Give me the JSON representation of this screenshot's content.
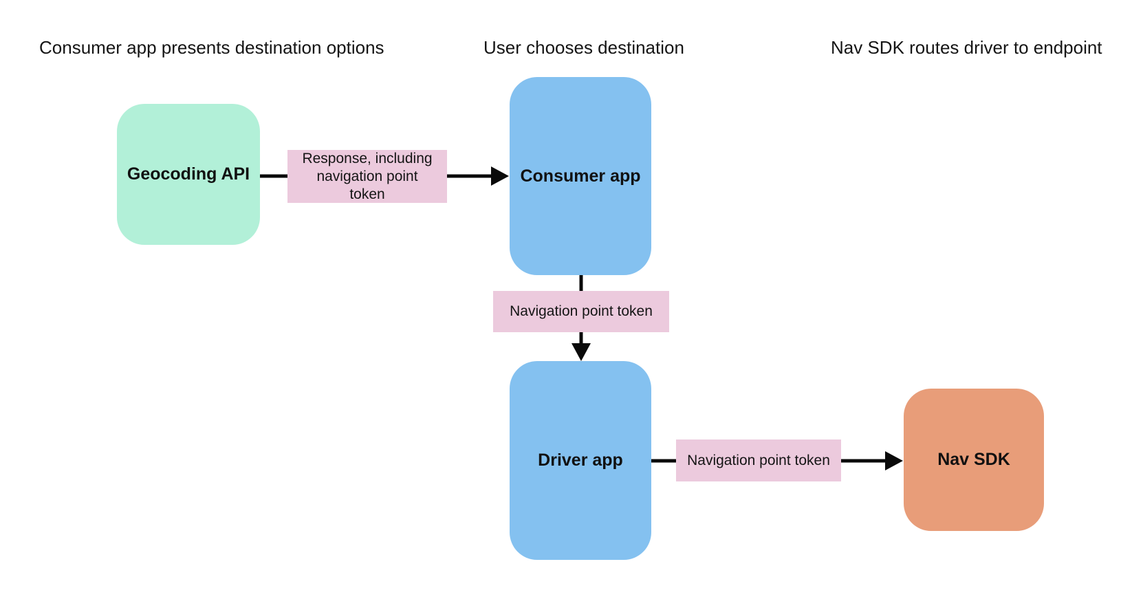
{
  "diagram": {
    "stage_titles": [
      "Consumer app presents destination options",
      "User chooses destination",
      "Nav SDK routes driver to endpoint"
    ],
    "nodes": [
      {
        "id": "geocoding-api",
        "label": "Geocoding API",
        "color": "#b2f0d8"
      },
      {
        "id": "consumer-app",
        "label": "Consumer app",
        "color": "#84c1f0"
      },
      {
        "id": "driver-app",
        "label": "Driver app",
        "color": "#84c1f0"
      },
      {
        "id": "nav-sdk",
        "label": "Nav SDK",
        "color": "#e89d79"
      }
    ],
    "edge_labels": [
      {
        "id": "response-token",
        "text": "Response, including navigation point token",
        "lines": [
          "Response, including",
          "navigation point",
          "token"
        ],
        "color": "#eccadd"
      },
      {
        "id": "nav-point-token-1",
        "text": "Navigation point token",
        "lines": [
          "Navigation point token"
        ],
        "color": "#eccadd"
      },
      {
        "id": "nav-point-token-2",
        "text": "Navigation point token",
        "lines": [
          "Navigation point token"
        ],
        "color": "#eccadd"
      }
    ],
    "connectors": [
      {
        "from": "geocoding-api",
        "to": "consumer-app",
        "via": "response-token"
      },
      {
        "from": "consumer-app",
        "to": "driver-app",
        "via": "nav-point-token-1"
      },
      {
        "from": "driver-app",
        "to": "nav-sdk",
        "via": "nav-point-token-2"
      }
    ],
    "connector_color": "#0a0a0a",
    "background_color": "#ffffff",
    "text_color": "#151515"
  }
}
